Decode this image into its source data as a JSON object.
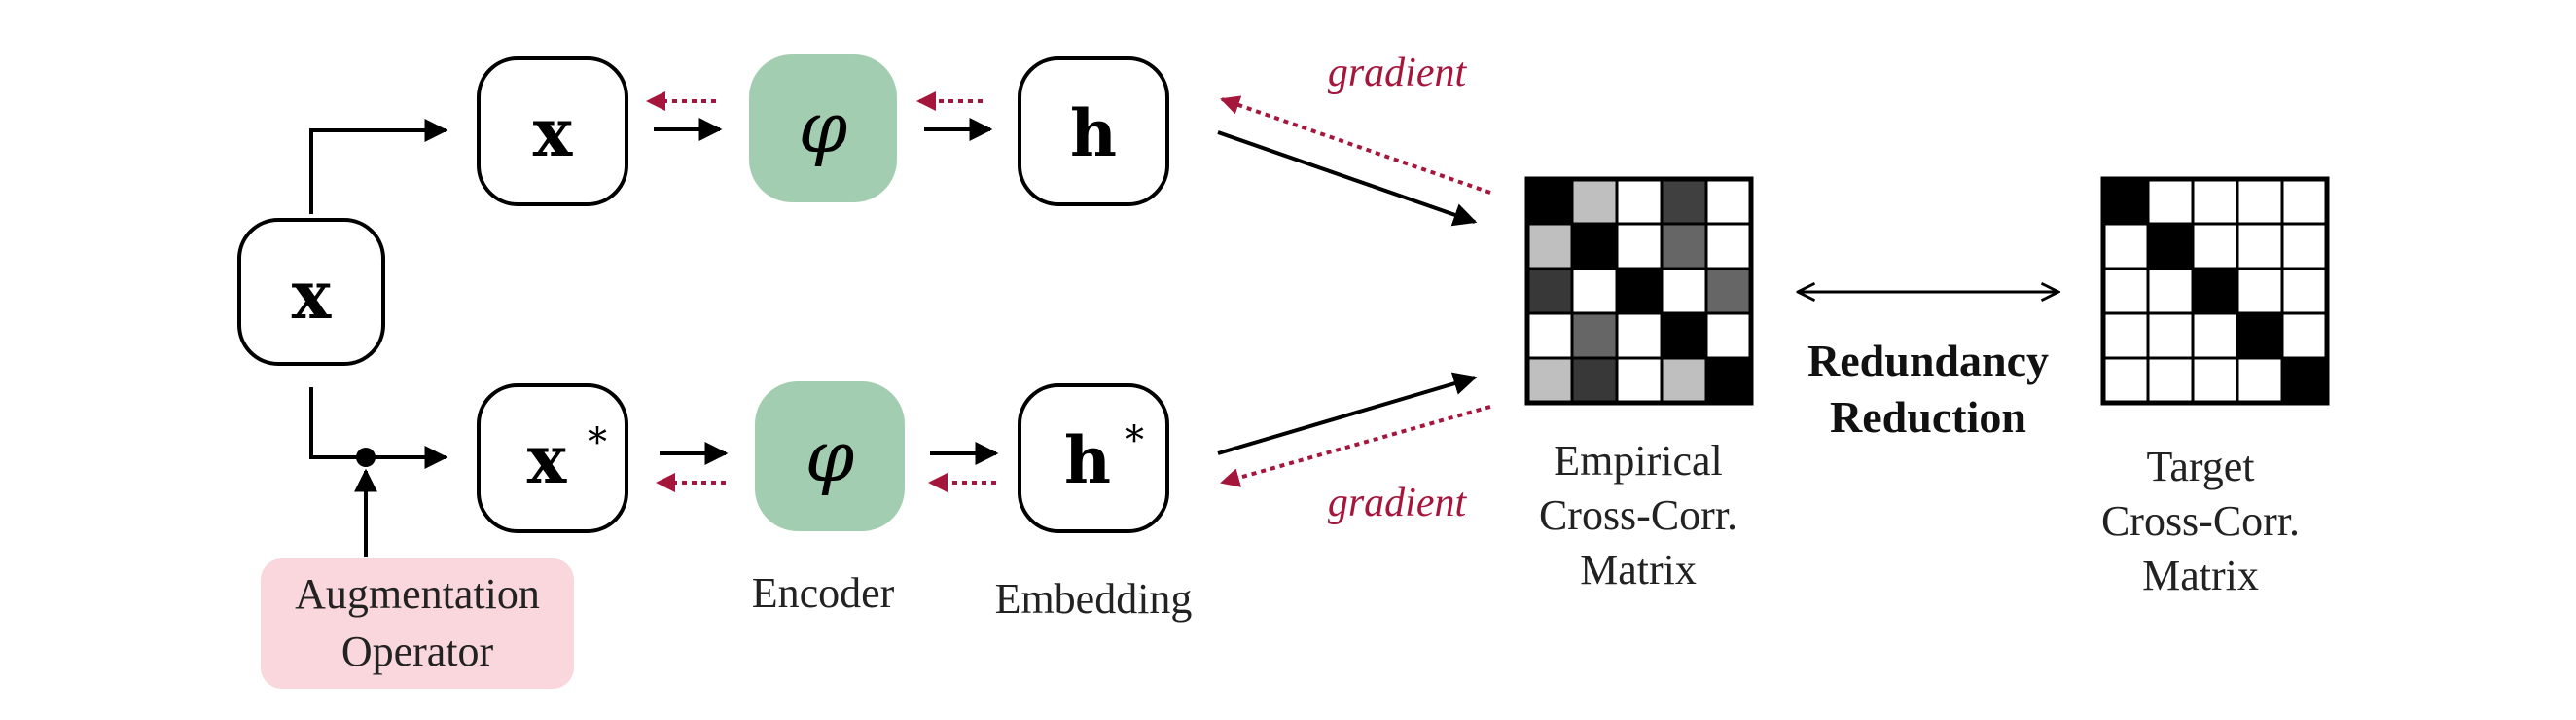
{
  "nodes": {
    "input": "x",
    "view1": "x",
    "view2": "x",
    "view2_sup": "*",
    "encoder1": "φ",
    "encoder2": "φ",
    "emb1": "h",
    "emb2": "h",
    "emb2_sup": "*"
  },
  "labels": {
    "augmentation_line1": "Augmentation",
    "augmentation_line2": "Operator",
    "encoder": "Encoder",
    "embedding": "Embedding",
    "gradient_top": "gradient",
    "gradient_bottom": "gradient",
    "redundancy_line1": "Redundancy",
    "redundancy_line2": "Reduction",
    "empirical_line1": "Empirical",
    "empirical_line2": "Cross-Corr.",
    "empirical_line3": "Matrix",
    "target_line1": "Target",
    "target_line2": "Cross-Corr.",
    "target_line3": "Matrix"
  },
  "colors": {
    "encoder_fill": "#a3cdb0",
    "augmentation_fill": "#f9d7dc",
    "gradient": "#a5163c",
    "stroke": "#000000"
  },
  "matrices": {
    "empirical": [
      [
        0.0,
        0.75,
        1.0,
        0.25,
        1.0
      ],
      [
        0.75,
        0.0,
        1.0,
        0.4,
        1.0
      ],
      [
        0.22,
        1.0,
        0.0,
        1.0,
        0.4
      ],
      [
        1.0,
        0.4,
        1.0,
        0.0,
        1.0
      ],
      [
        0.75,
        0.22,
        1.0,
        0.75,
        0.0
      ]
    ],
    "target": [
      [
        0,
        1,
        1,
        1,
        1
      ],
      [
        1,
        0,
        1,
        1,
        1
      ],
      [
        1,
        1,
        0,
        1,
        1
      ],
      [
        1,
        1,
        1,
        0,
        1
      ],
      [
        1,
        1,
        1,
        1,
        0
      ]
    ]
  }
}
